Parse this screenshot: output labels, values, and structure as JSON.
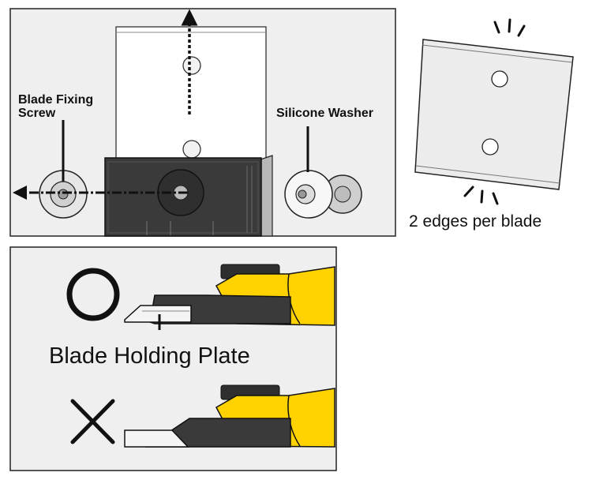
{
  "labels": {
    "blade_fixing_screw_line1": "Blade Fixing",
    "blade_fixing_screw_line2": "Screw",
    "silicone_washer": "Silicone Washer",
    "edges_per_blade": "2 edges per blade",
    "blade_holding_plate": "Blade Holding Plate"
  },
  "icons": {
    "correct": "circle-correct-icon",
    "incorrect": "cross-incorrect-icon"
  },
  "colors": {
    "panel_bg": "#efefef",
    "outline": "#222222",
    "holder_dark": "#3a3a3a",
    "handle_yellow": "#ffd200",
    "blade_fill": "#f4f4f4"
  }
}
